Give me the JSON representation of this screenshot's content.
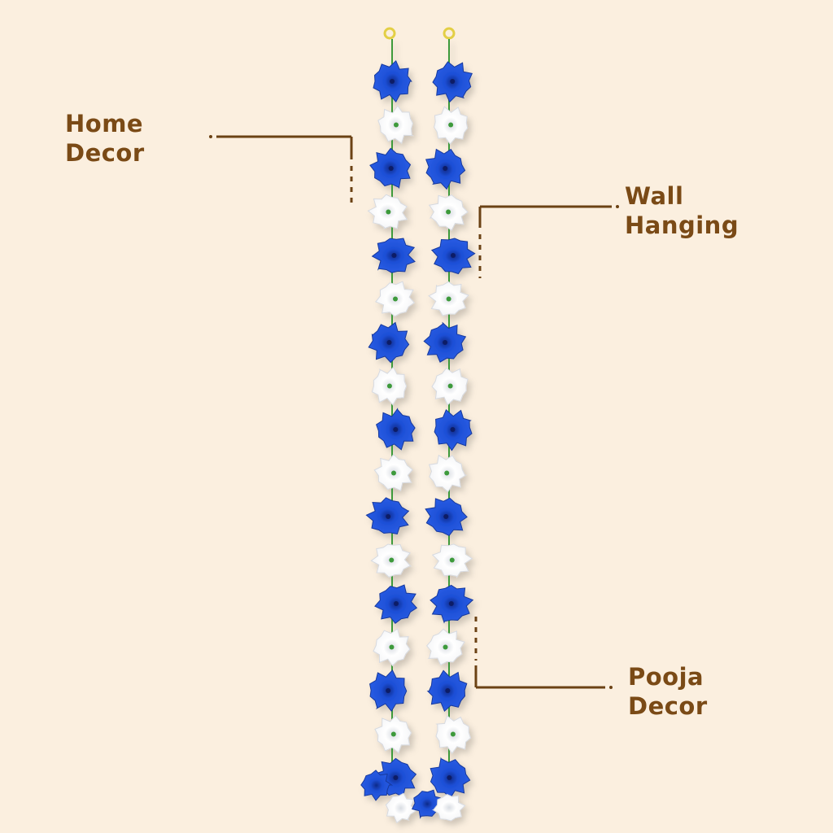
{
  "labels": {
    "home_decor": {
      "line1": "Home",
      "line2": "Decor"
    },
    "wall_hanging": {
      "line1": "Wall",
      "line2": "Hanging"
    },
    "pooja_decor": {
      "line1": "Pooja",
      "line2": "Decor"
    }
  },
  "colors": {
    "background": "#fbefdf",
    "label_text": "#7a4a16",
    "leader_line": "#6b4214",
    "flower_blue": "#1f4fd0",
    "flower_white": "#ffffff",
    "stem": "#3e9a3a",
    "hook": "#e8d44a"
  },
  "garlands": [
    {
      "pattern": [
        "blue",
        "white",
        "blue",
        "white",
        "blue",
        "white",
        "blue",
        "white",
        "blue",
        "white",
        "blue",
        "white",
        "blue",
        "white",
        "blue",
        "white",
        "blue"
      ]
    },
    {
      "pattern": [
        "blue",
        "white",
        "blue",
        "white",
        "blue",
        "white",
        "blue",
        "white",
        "blue",
        "white",
        "blue",
        "white",
        "blue",
        "white",
        "blue",
        "white",
        "blue"
      ]
    }
  ]
}
